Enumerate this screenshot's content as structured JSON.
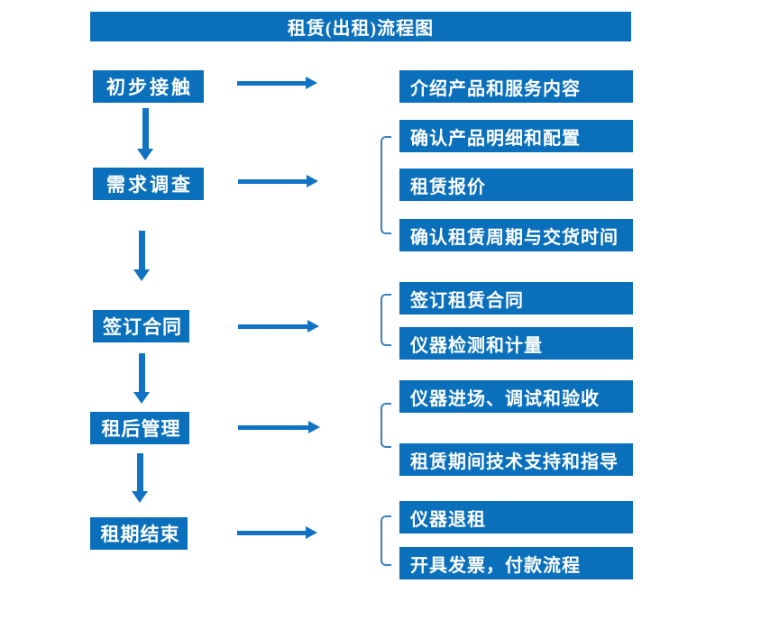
{
  "title": "租赁(出租)流程图",
  "colors": {
    "box_blue": "#0b70bc",
    "arrow_blue": "#1173c4",
    "bracket_blue": "#3d7fc1",
    "text_white": "#ffffff",
    "background": "#ffffff"
  },
  "stages": [
    {
      "label": "初步接触",
      "details": [
        "介绍产品和服务内容"
      ]
    },
    {
      "label": "需求调查",
      "details": [
        "确认产品明细和配置",
        "租赁报价",
        "确认租赁周期与交货时间"
      ]
    },
    {
      "label": "签订合同",
      "details": [
        "签订租赁合同",
        "仪器检测和计量"
      ]
    },
    {
      "label": "租后管理",
      "details": [
        "仪器进场、调试和验收",
        "租赁期间技术支持和指导"
      ]
    },
    {
      "label": "租期结束",
      "details": [
        "仪器退租",
        "开具发票，付款流程"
      ]
    }
  ]
}
